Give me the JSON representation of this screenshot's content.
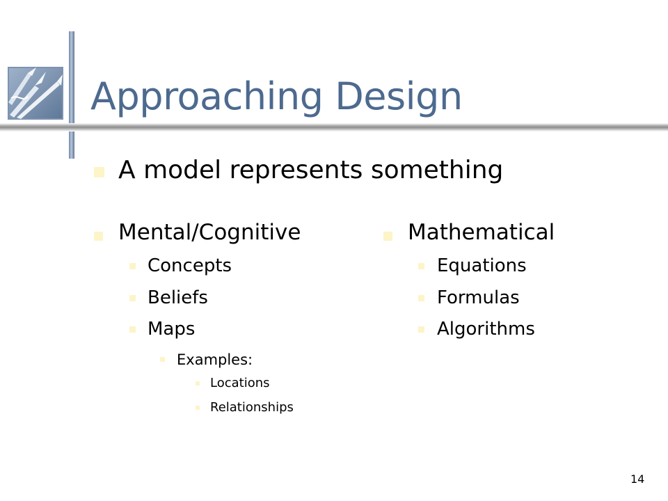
{
  "slide": {
    "title": "Approaching Design",
    "main_point": "A model represents something",
    "left_column": {
      "heading": "Mental/Cognitive",
      "items": [
        "Concepts",
        "Beliefs",
        "Maps"
      ],
      "sub_heading": "Examples:",
      "sub_items": [
        "Locations",
        "Relationships"
      ]
    },
    "right_column": {
      "heading": "Mathematical",
      "items": [
        "Equations",
        "Formulas",
        "Algorithms"
      ]
    },
    "slide_number": "14"
  },
  "colors": {
    "title": "#4d6a8f",
    "bullet": "#fdf4c8",
    "accent_bar": "#6d87a8"
  },
  "icons": [
    "pens-logo-icon",
    "square-bullet-icon"
  ]
}
